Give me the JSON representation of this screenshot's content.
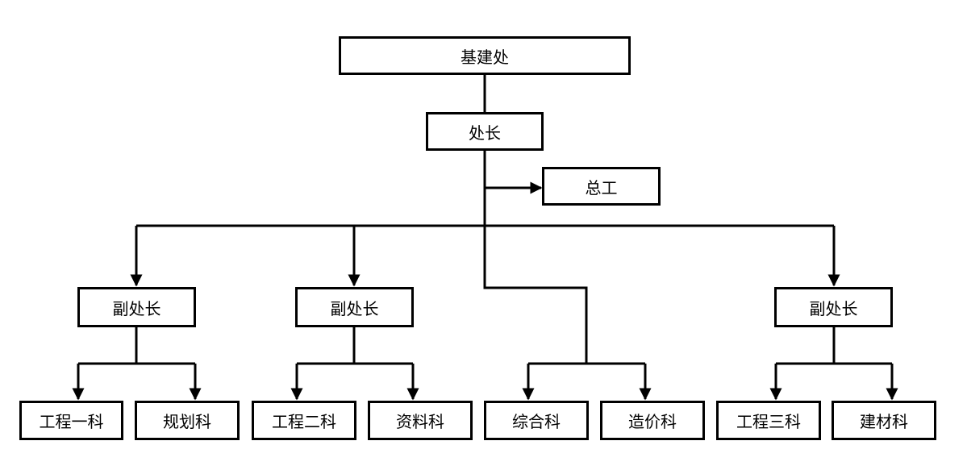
{
  "org": {
    "root": "基建处",
    "director": "处长",
    "chief_engineer": "总工",
    "deputies": [
      "副处长",
      "副处长",
      "副处长"
    ],
    "sections": [
      "工程一科",
      "规划科",
      "工程二科",
      "资料科",
      "综合科",
      "造价科",
      "工程三科",
      "建材科"
    ]
  },
  "colors": {
    "line": "#000000",
    "box_border": "#000000",
    "background": "#ffffff"
  }
}
